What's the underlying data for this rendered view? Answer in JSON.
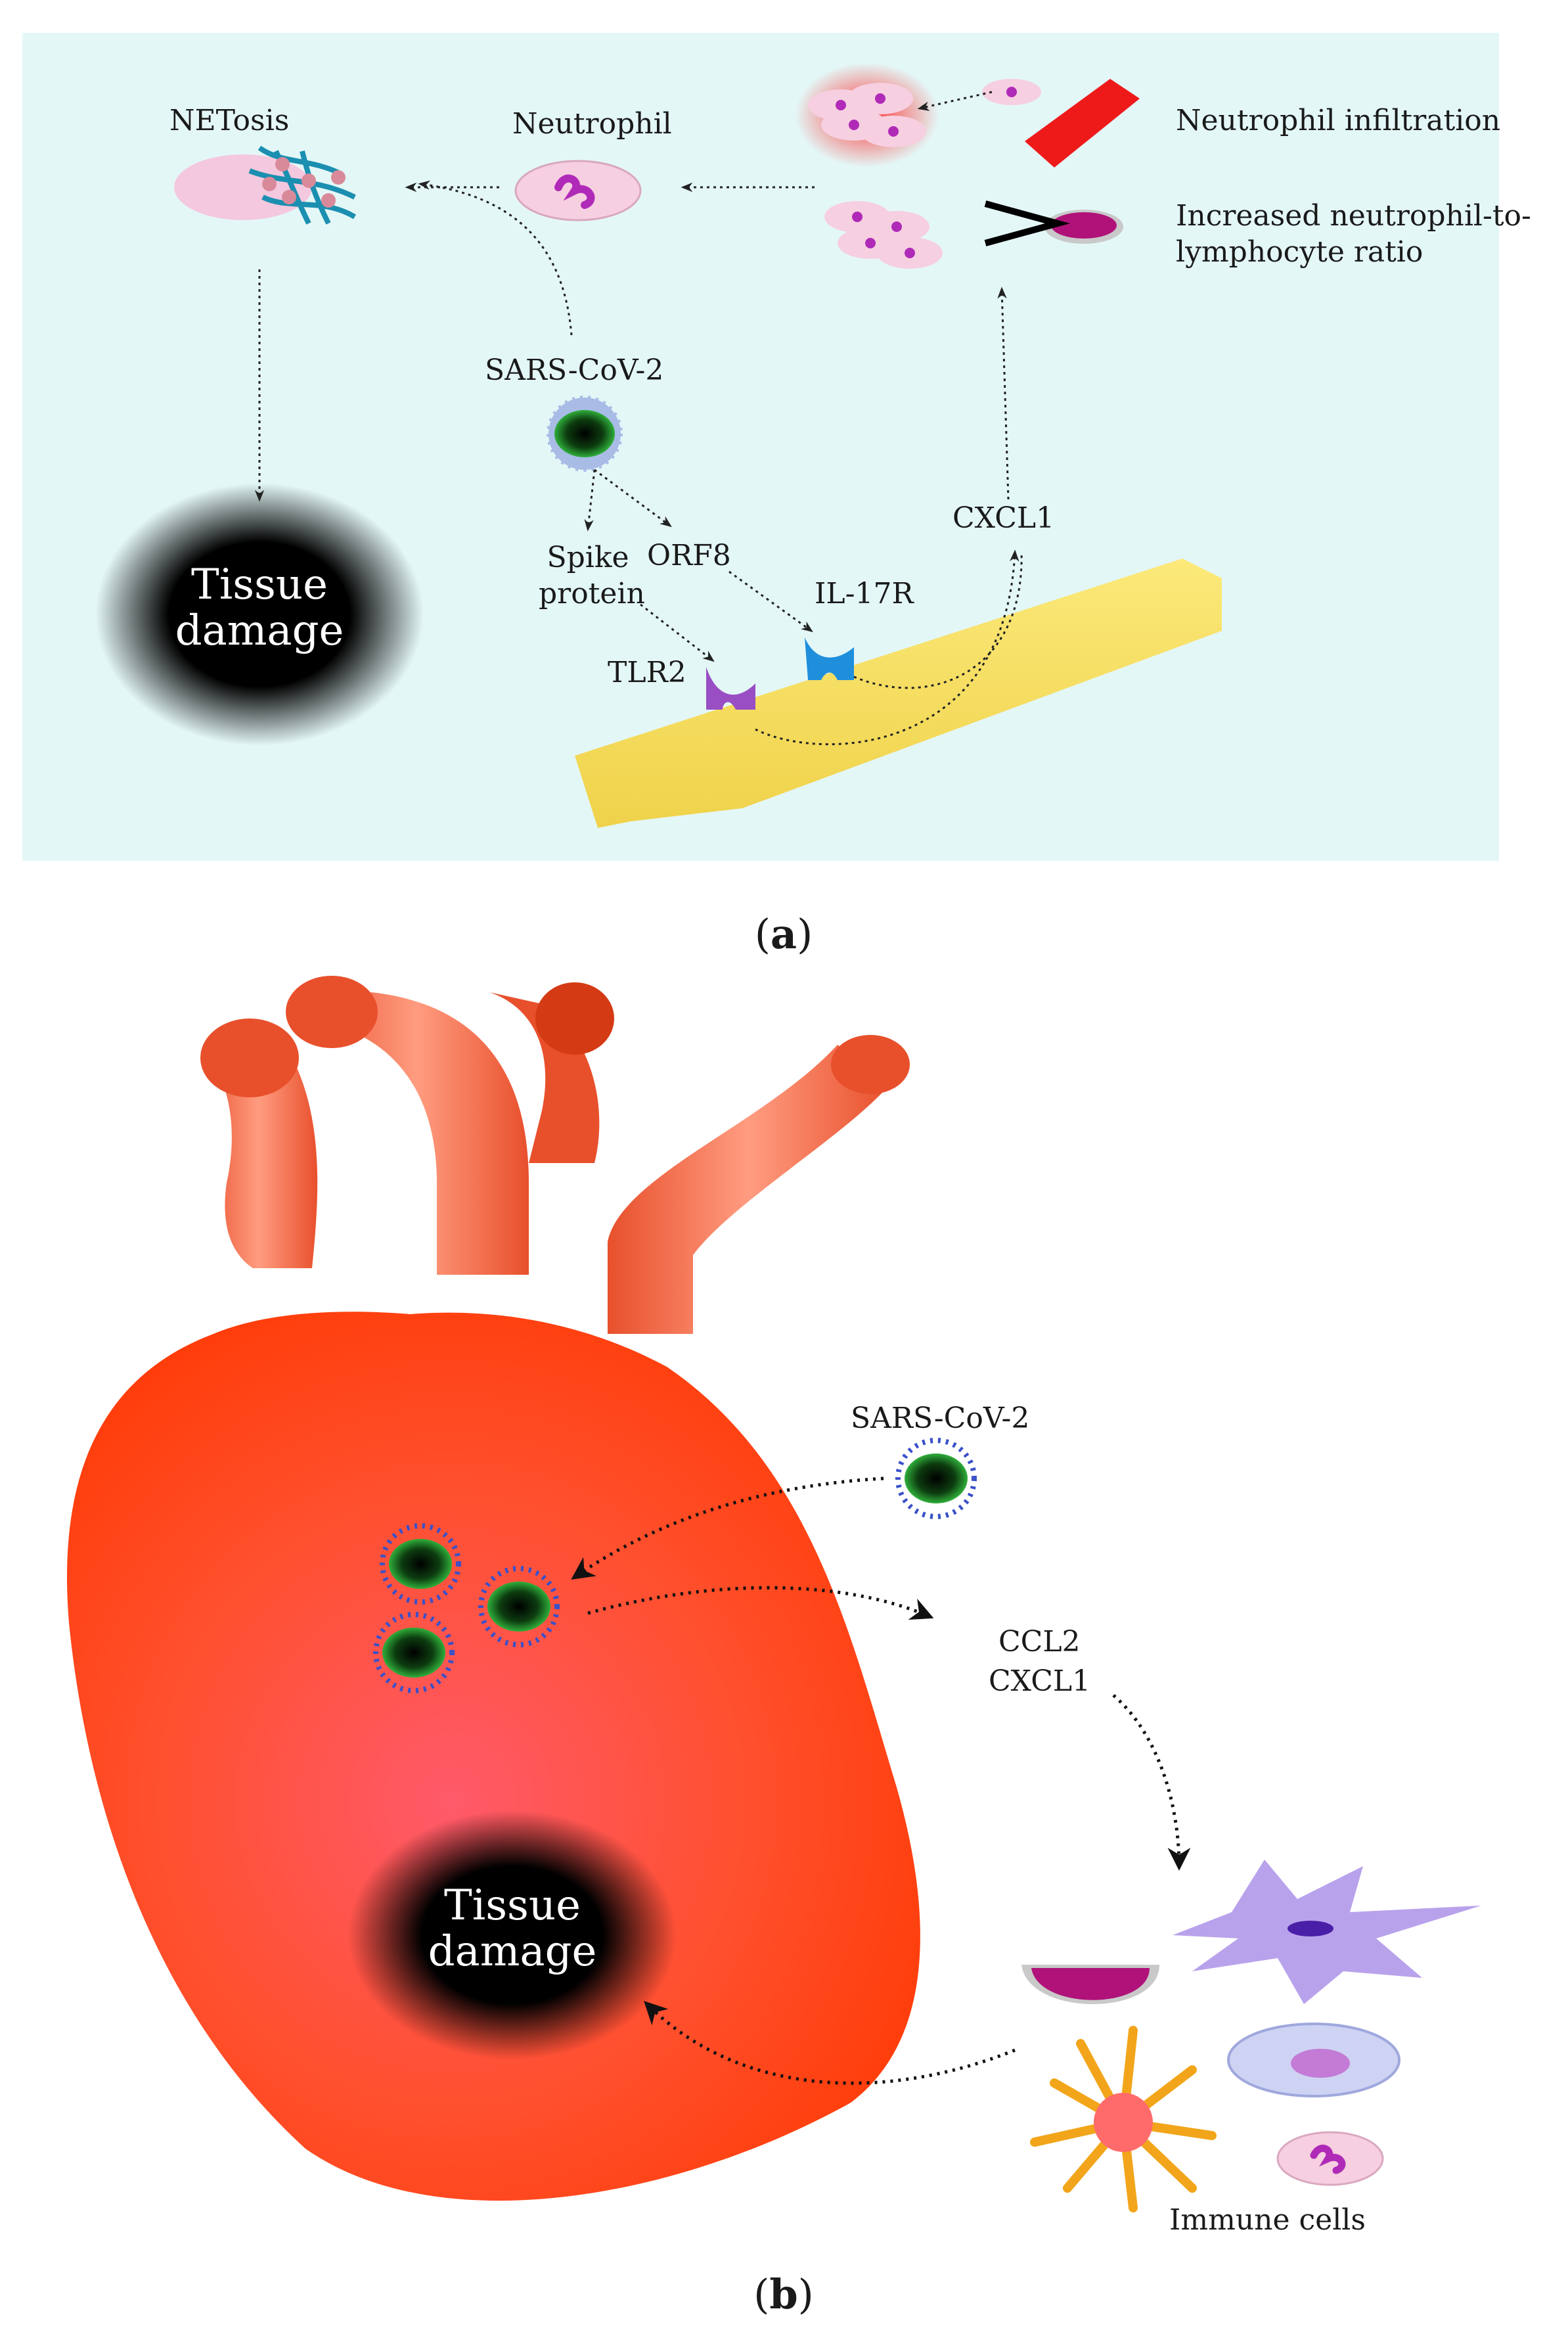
{
  "panel_a": {
    "caption_open": "(",
    "caption_letter": "a",
    "caption_close": ")",
    "netosis": "NETosis",
    "neutrophil": "Neutrophil",
    "neutrophil_infiltration": "Neutrophil infiltration",
    "increased_ratio_line1": "Increased neutrophil-to-",
    "increased_ratio_line2": "lymphocyte ratio",
    "greater_than": ">",
    "sars": "SARS-CoV-2",
    "spike_line1": "Spike",
    "spike_line2": "protein",
    "orf8": "ORF8",
    "il17r": "IL-17R",
    "tlr2": "TLR2",
    "cxcl1": "CXCL1",
    "tissue_line1": "Tissue",
    "tissue_line2": "damage"
  },
  "panel_b": {
    "caption_open": "(",
    "caption_letter": "b",
    "caption_close": ")",
    "sars": "SARS-CoV-2",
    "ccl2": "CCL2",
    "cxcl1": "CXCL1",
    "immune_cells": "Immune cells",
    "tissue_line1": "Tissue",
    "tissue_line2": "damage"
  },
  "colors": {
    "background": "#e4f7f7",
    "heart": "#ff4a1c",
    "virus_core": "#1f8a2a",
    "virus_spikes": "#3a50c8",
    "neutrophil_cell": "#f6cfe0",
    "neutrophil_nucleus": "#b02ab8",
    "fiber": "#f7e46a",
    "tissue_damage": "#000000"
  }
}
